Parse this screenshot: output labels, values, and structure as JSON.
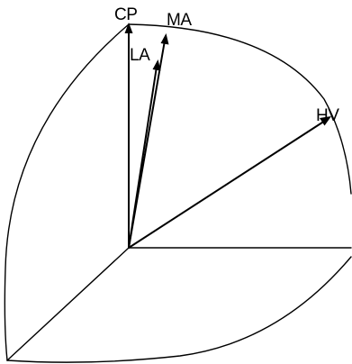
{
  "diagram": {
    "labels": {
      "cp": "CP",
      "ma": "MA",
      "la": "LA",
      "hv": "HV"
    },
    "colors": {
      "line": "#000000",
      "background": "#ffffff"
    }
  }
}
